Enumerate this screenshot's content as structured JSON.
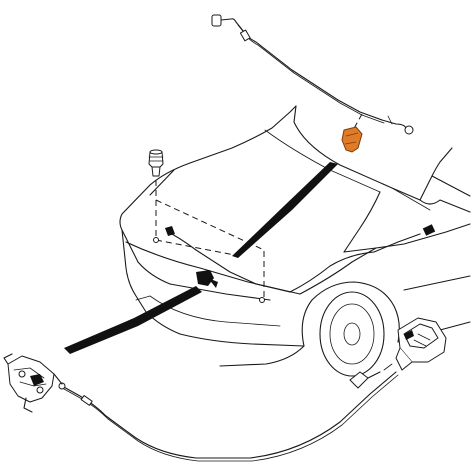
{
  "colors": {
    "line": "#1a1a1a",
    "background": "#ffffff",
    "highlight_part": "#e07b28",
    "pointer_strip": "#111111"
  },
  "parts": [
    {
      "name": "hood-release-cable",
      "icon": "cable-icon"
    },
    {
      "name": "hood-bumper-stop",
      "icon": "rubber-stop-icon"
    },
    {
      "name": "cable-clip",
      "icon": "clip-icon",
      "highlighted": true
    },
    {
      "name": "hood-latch",
      "icon": "latch-icon"
    },
    {
      "name": "release-handle",
      "icon": "handle-icon"
    },
    {
      "name": "hood-lock-striker",
      "icon": "striker-icon"
    }
  ]
}
